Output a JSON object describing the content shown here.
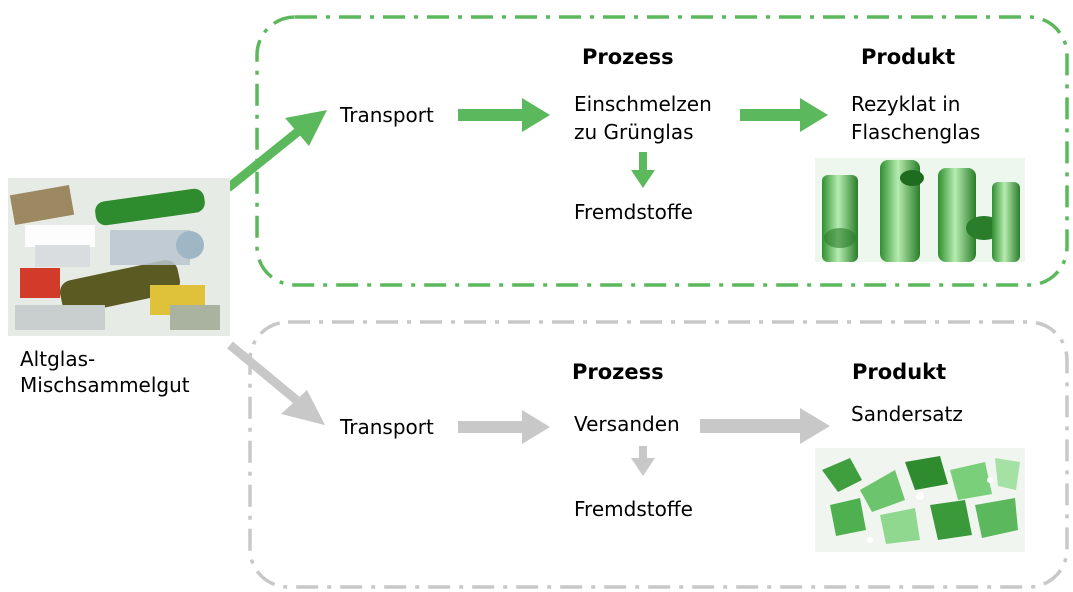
{
  "source": {
    "label_line1": "Altglas-",
    "label_line2": "Mischsammelgut"
  },
  "path_green": {
    "color": "#5cb85c",
    "transport": "Transport",
    "process_header": "Prozess",
    "process_line1": "Einschmelzen",
    "process_line2": "zu Grünglas",
    "byproduct": "Fremdstoffe",
    "product_header": "Produkt",
    "product_line1": "Rezyklat in",
    "product_line2": "Flaschenglas",
    "product_image_icon": "green-bottles-icon"
  },
  "path_grey": {
    "color": "#c8c8c8",
    "transport": "Transport",
    "process_header": "Prozess",
    "process_line1": "Versanden",
    "byproduct": "Fremdstoffe",
    "product_header": "Produkt",
    "product_line1": "Sandersatz",
    "product_image_icon": "glass-shards-icon"
  },
  "source_image_icon": "mixed-glass-waste-icon"
}
